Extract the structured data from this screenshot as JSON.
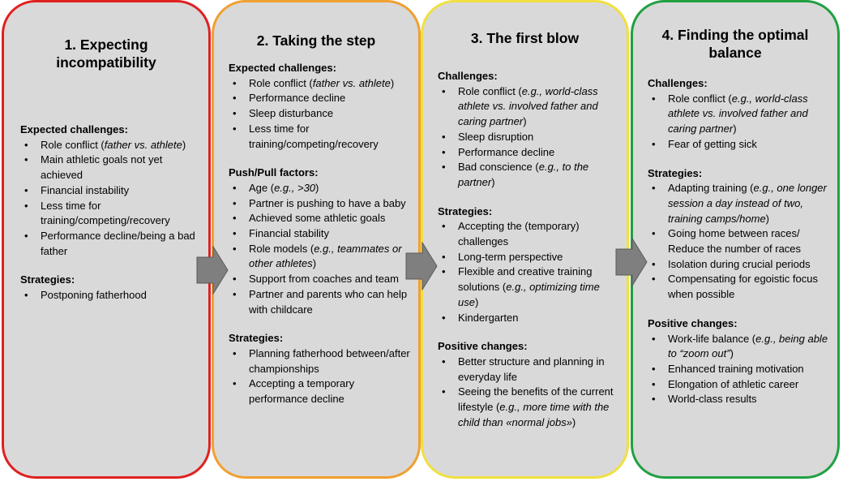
{
  "colors": {
    "box_fill": "#d9d9d9",
    "stage1_border": "#e02020",
    "stage2_border": "#f0a030",
    "stage3_border": "#f0e040",
    "stage4_border": "#20a040",
    "arrow_fill": "#7f7f7f"
  },
  "stages": [
    {
      "title": "1. Expecting incompatibility",
      "sections": [
        {
          "heading": "Expected challenges:",
          "items": [
            "Role conflict (<i>father vs. athlete</i>)",
            "Main athletic goals not yet achieved",
            "Financial instability",
            "Less time for training/competing/recovery",
            "Performance decline/being a bad father"
          ]
        },
        {
          "heading": "Strategies:",
          "items": [
            "Postponing fatherhood"
          ]
        }
      ]
    },
    {
      "title": "2. Taking the step",
      "sections": [
        {
          "heading": "Expected challenges:",
          "items": [
            "Role conflict (<i>father vs. athlete</i>)",
            "Performance decline",
            "Sleep disturbance",
            "Less time for training/competing/recovery"
          ]
        },
        {
          "heading": "Push/Pull factors:",
          "items": [
            "Age (<i>e.g., &gt;30</i>)",
            "Partner is pushing to have a baby",
            "Achieved some athletic goals",
            "Financial stability",
            "Role models (<i>e.g., teammates or other athletes</i>)",
            "Support from coaches and team",
            "Partner and parents who can help with childcare"
          ]
        },
        {
          "heading": "Strategies:",
          "items": [
            "Planning fatherhood between/after championships",
            "Accepting a temporary performance decline"
          ]
        }
      ]
    },
    {
      "title": "3. The first blow",
      "sections": [
        {
          "heading": "Challenges:",
          "items": [
            "Role conflict (<i>e.g., world-class athlete vs. involved father and caring partner</i>)",
            "Sleep disruption",
            "Performance decline",
            "Bad conscience (<i>e.g., to the partner</i>)"
          ]
        },
        {
          "heading": "Strategies:",
          "items": [
            "Accepting the (temporary) challenges",
            "Long-term perspective",
            "Flexible and creative training solutions (<i>e.g., optimizing time use</i>)",
            "Kindergarten"
          ]
        },
        {
          "heading": "Positive changes:",
          "items": [
            "Better structure and planning in everyday life",
            "Seeing the benefits of the current lifestyle (<i>e.g., more time with the child than «normal jobs»</i>)"
          ]
        }
      ]
    },
    {
      "title": "4. Finding the optimal balance",
      "sections": [
        {
          "heading": "Challenges:",
          "items": [
            "Role conflict (<i>e.g., world-class athlete vs. involved father and caring partner</i>)",
            "Fear of getting sick"
          ]
        },
        {
          "heading": "Strategies:",
          "items": [
            "Adapting training (<i>e.g., one longer session a day instead of two, training camps/home</i>)",
            "Going home between races/ Reduce the number of races",
            "Isolation during crucial periods",
            "Compensating for egoistic focus when possible"
          ]
        },
        {
          "heading": "Positive changes:",
          "items": [
            "Work-life balance (<i>e.g., being able to “zoom out”</i>)",
            "Enhanced training motivation",
            "Elongation of athletic career",
            "World-class results"
          ]
        }
      ]
    }
  ]
}
